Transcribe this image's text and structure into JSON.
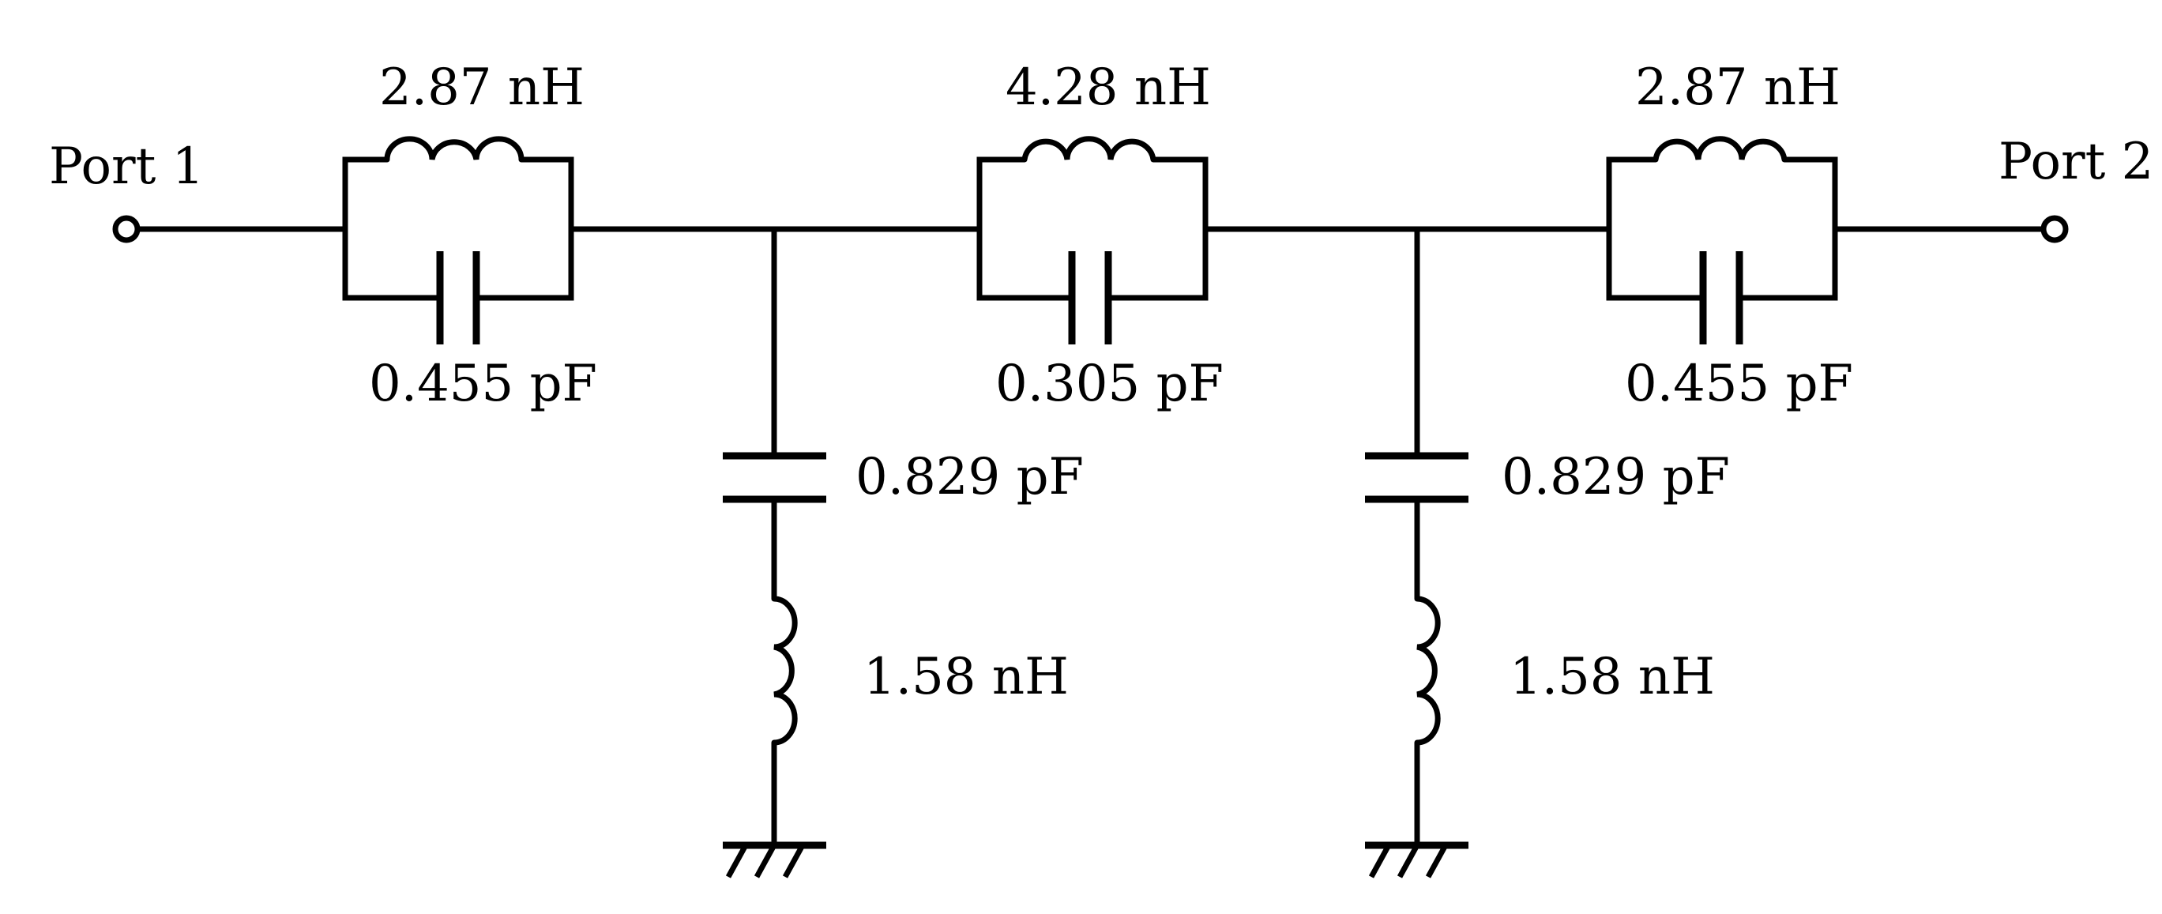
{
  "ports": {
    "port1": "Port 1",
    "port2": "Port 2"
  },
  "series_tanks": [
    {
      "inductor": "2.87 nH",
      "capacitor": "0.455 pF"
    },
    {
      "inductor": "4.28 nH",
      "capacitor": "0.305 pF"
    },
    {
      "inductor": "2.87 nH",
      "capacitor": "0.455 pF"
    }
  ],
  "shunt_branches": [
    {
      "capacitor": "0.829 pF",
      "inductor": "1.58 nH"
    },
    {
      "capacitor": "0.829 pF",
      "inductor": "1.58 nH"
    }
  ],
  "colors": {
    "line": "#000000",
    "background": "#ffffff"
  }
}
